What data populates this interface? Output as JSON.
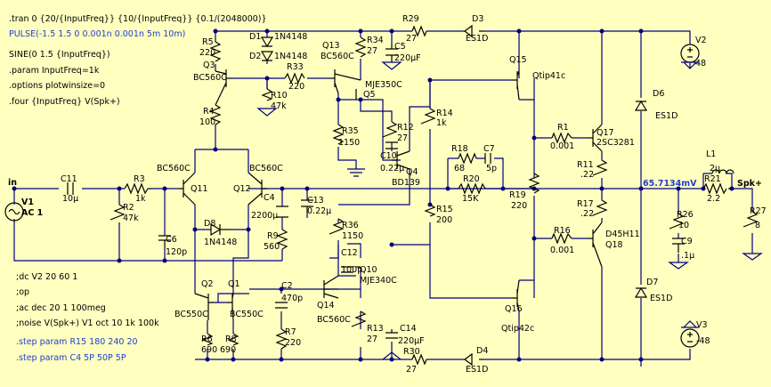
{
  "directives": {
    "tran": ".tran 0 {20/{InputFreq}} {10/{InputFreq}} {0.1/(2048000)}",
    "pulse": "PULSE(-1.5 1.5 0 0.001n 0.001n 5m 10m)",
    "sine": "SINE(0 1.5 {InputFreq})",
    "param": ".param InputFreq=1k",
    "options": ".options plotwinsize=0",
    "four": ".four {InputFreq} V(Spk+)",
    "dc": ";dc V2 20 60 1",
    "op": ";op",
    "ac": ";ac dec 20 1 100meg",
    "noise": ";noise V(Spk+) V1 oct 10 1k 100k",
    "step1": ".step param R15 180 240 20",
    "step2": ".step param C4 5P 50P 5P"
  },
  "nets": {
    "in": "in",
    "spk": "Spk+",
    "probe": "65.7134mV"
  },
  "components": {
    "V1": {
      "name": "V1",
      "value": "AC 1"
    },
    "V2": {
      "name": "V2",
      "value": "48"
    },
    "V3": {
      "name": "V3",
      "value": "-48"
    },
    "C11": {
      "name": "C11",
      "value": "10µ"
    },
    "R3": {
      "name": "R3",
      "value": "1k"
    },
    "R2": {
      "name": "R2",
      "value": "47k"
    },
    "C6": {
      "name": "C6",
      "value": "120p"
    },
    "Q11": {
      "name": "Q11",
      "type": "BC560C"
    },
    "Q12": {
      "name": "Q12",
      "type": "BC560C"
    },
    "D8": {
      "name": "D8",
      "value": "1N4148"
    },
    "C4": {
      "name": "C4",
      "value": "2200µ"
    },
    "R9": {
      "name": "R9",
      "value": "560"
    },
    "C13": {
      "name": "C13",
      "value": "0.22µ"
    },
    "Q2": {
      "name": "Q2",
      "type": "BC550C"
    },
    "Q1": {
      "name": "Q1",
      "type": "BC550C"
    },
    "R6": {
      "name": "R6",
      "value": "690"
    },
    "R8": {
      "name": "R8",
      "value": "690"
    },
    "C2": {
      "name": "C2",
      "value": "470p"
    },
    "R7": {
      "name": "R7",
      "value": "220"
    },
    "R5": {
      "name": "R5",
      "value": "220"
    },
    "Q3": {
      "name": "Q3",
      "type": "BC560C"
    },
    "R4": {
      "name": "R4",
      "value": "100"
    },
    "D1": {
      "name": "D1",
      "value": "1N4148"
    },
    "D2": {
      "name": "D2",
      "value": "1N4148"
    },
    "R10": {
      "name": "R10",
      "value": "47k"
    },
    "R33": {
      "name": "R33",
      "value": "220"
    },
    "Q13": {
      "name": "Q13",
      "type": "BC560C"
    },
    "R34": {
      "name": "R34",
      "value": "27"
    },
    "C5": {
      "name": "C5",
      "value": "220µF"
    },
    "R29": {
      "name": "R29",
      "value": "27"
    },
    "D3": {
      "name": "D3",
      "value": "ES1D"
    },
    "Q5": {
      "name": "Q5",
      "type": "MJE350C"
    },
    "R35": {
      "name": "R35",
      "value": "1150"
    },
    "R12": {
      "name": "R12",
      "value": "27"
    },
    "C10": {
      "name": "C10",
      "value": "0.22µ"
    },
    "Q4": {
      "name": "Q4",
      "type": "BD139"
    },
    "R14": {
      "name": "R14",
      "value": "1k"
    },
    "R36": {
      "name": "R36",
      "value": "1150"
    },
    "C12": {
      "name": "C12",
      "value": "100p"
    },
    "Q10": {
      "name": "Q10",
      "type": "MJE340C"
    },
    "Q14": {
      "name": "Q14",
      "type": "BC560C"
    },
    "R13": {
      "name": "R13",
      "value": "27"
    },
    "C14": {
      "name": "C14",
      "value": "220µF"
    },
    "R30": {
      "name": "R30",
      "value": "27"
    },
    "D4": {
      "name": "D4",
      "value": "ES1D"
    },
    "R18": {
      "name": "R18",
      "value": "68"
    },
    "C7": {
      "name": "C7",
      "value": "5p"
    },
    "R20": {
      "name": "R20",
      "value": "15K"
    },
    "R15": {
      "name": "R15",
      "value": "200"
    },
    "R19": {
      "name": "R19",
      "value": "220"
    },
    "Q15": {
      "name": "Q15",
      "type": "Qtip41c"
    },
    "Q16": {
      "name": "Q16",
      "type": "Qtip42c"
    },
    "R1": {
      "name": "R1",
      "value": "0.001"
    },
    "Q17": {
      "name": "Q17",
      "type": "2SC3281"
    },
    "R11": {
      "name": "R11",
      "value": ".22"
    },
    "R17": {
      "name": "R17",
      "value": ".22"
    },
    "R16": {
      "name": "R16",
      "value": "0.001"
    },
    "Q18": {
      "name": "Q18",
      "type": "D45H11"
    },
    "D6": {
      "name": "D6",
      "value": "ES1D"
    },
    "D7": {
      "name": "D7",
      "value": "ES1D"
    },
    "L1": {
      "name": "L1",
      "value": "2µ"
    },
    "R21": {
      "name": "R21",
      "value": "2.2"
    },
    "R26": {
      "name": "R26",
      "value": "10"
    },
    "C9": {
      "name": "C9",
      "value": ".1µ"
    },
    "R27": {
      "name": "R27",
      "value": "8"
    }
  }
}
